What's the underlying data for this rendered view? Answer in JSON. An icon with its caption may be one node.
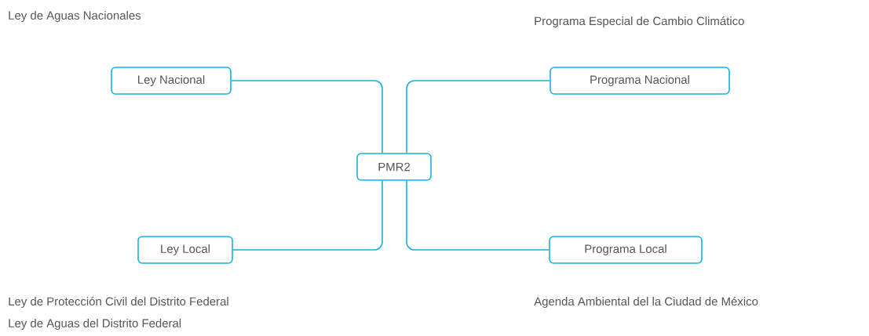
{
  "diagram": {
    "nodes": [
      {
        "text": [
          "PMR2"
        ]
      },
      {
        "text": [
          "Ley Nacional"
        ]
      },
      {
        "text": [
          "Programa Nacional"
        ]
      },
      {
        "text": [
          "Ley Local"
        ]
      },
      {
        "text": [
          "Programa Local"
        ]
      }
    ],
    "edges": [
      {
        "from": 0,
        "to": 1,
        "arrow": "none"
      },
      {
        "from": 0,
        "to": 2,
        "arrow": "none"
      },
      {
        "from": 0,
        "to": 3,
        "arrow": "none"
      },
      {
        "from": 0,
        "to": 4,
        "arrow": "none"
      }
    ],
    "labels": [
      "Ley de Aguas Nacionales",
      "Programa Especial de Cambio Climático",
      "Ley de Protección Civil del Distrito Federal",
      "Agenda Ambiental del la Ciudad de México",
      "Ley de Aguas del Distrito Federal"
    ]
  }
}
